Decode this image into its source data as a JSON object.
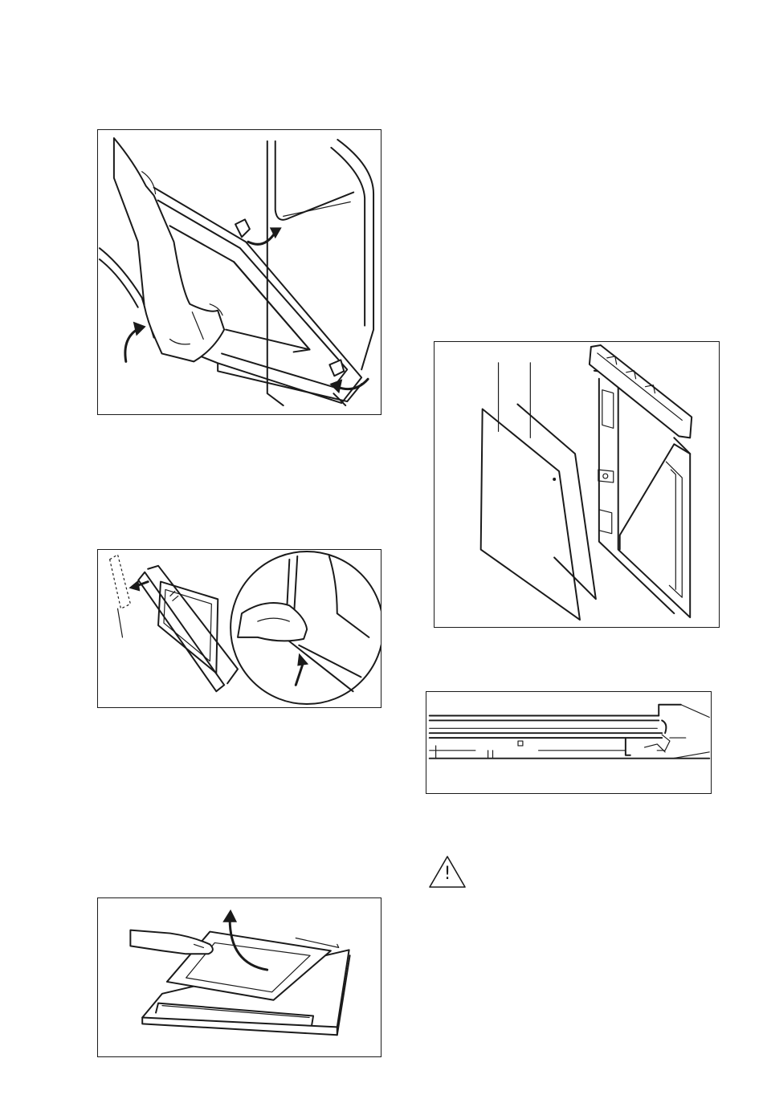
{
  "figures": [
    {
      "id": "fig1",
      "icon": "door-removal-hinge-illustration"
    },
    {
      "id": "fig2",
      "icon": "door-trim-removal-illustration"
    },
    {
      "id": "fig3",
      "icon": "glass-panel-lift-illustration"
    },
    {
      "id": "fig4",
      "icon": "glass-panels-exploded-illustration"
    },
    {
      "id": "fig5",
      "icon": "glass-panel-section-illustration"
    }
  ],
  "warning": {
    "icon": "warning-triangle-icon",
    "symbol": "!"
  }
}
